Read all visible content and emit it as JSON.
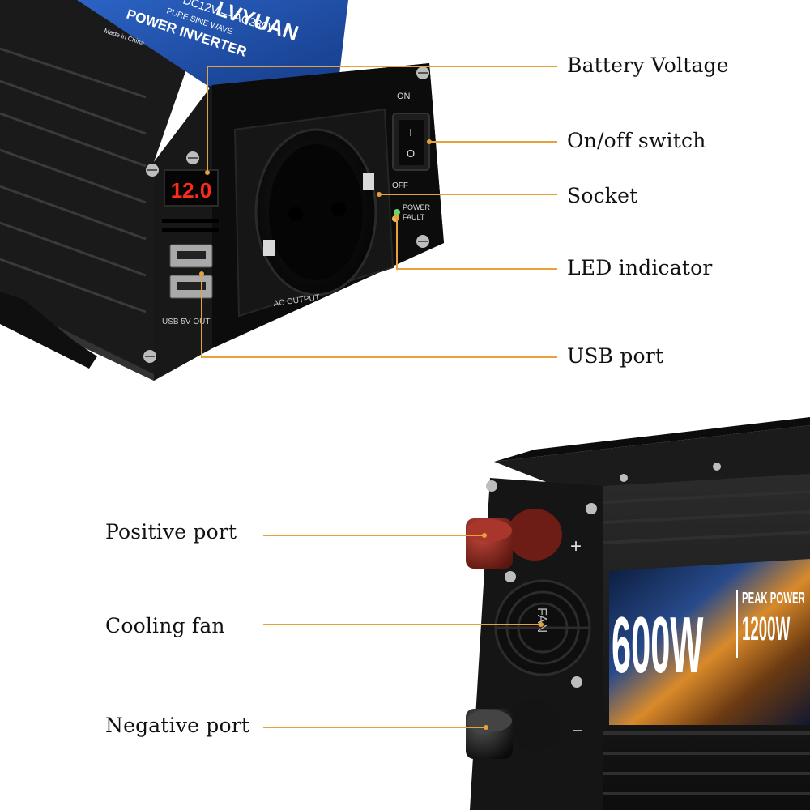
{
  "callouts": {
    "battery_voltage": "Battery Voltage",
    "on_off_switch": "On/off switch",
    "socket": "Socket",
    "led_indicator": "LED indicator",
    "usb_port": "USB port",
    "positive_port": "Positive port",
    "cooling_fan": "Cooling fan",
    "negative_port": "Negative port"
  },
  "device_top": {
    "brand": "LVYUAN",
    "spec": "DC12V — AC230V",
    "wave": "PURE SINE WAVE",
    "product": "POWER INVERTER",
    "origin": "Made in China",
    "display_value": "12.0",
    "switch_on": "ON",
    "switch_off": "OFF",
    "switch_i": "I",
    "switch_o": "O",
    "led_power": "POWER",
    "led_fault": "FAULT",
    "ac_output": "AC OUTPUT",
    "usb_out": "USB 5V OUT"
  },
  "device_bottom": {
    "fan_label": "FAN",
    "plus": "+",
    "minus": "−",
    "rating": "600W",
    "peak_label": "PEAK POWER",
    "peak_value": "1200W"
  },
  "colors": {
    "leader_line": "#E8A13A",
    "display_red": "#FF2A1A",
    "label_blue": "#1E4FA8",
    "body_black": "#141414",
    "positive_cap": "#8E2B22"
  },
  "icons": {
    "screw": "screw-icon",
    "fan": "fan-icon",
    "terminal": "terminal-icon"
  }
}
